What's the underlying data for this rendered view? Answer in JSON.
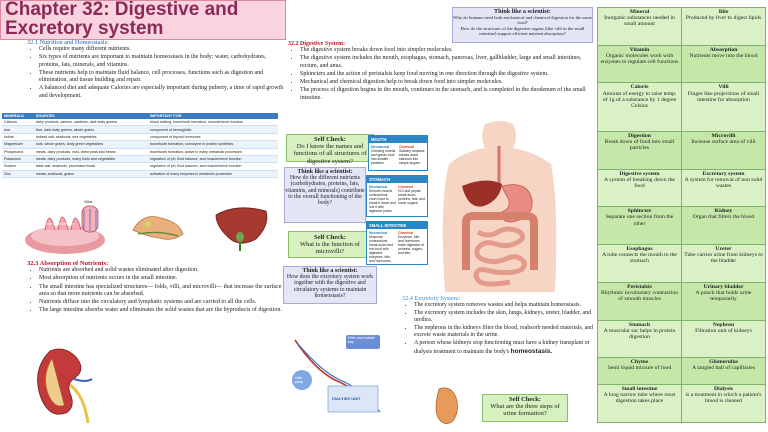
{
  "title": "Chapter 32: Digestive and Excretory system",
  "sec_32_1": {
    "heading": "32.1 Nutrition and Homeostasis:",
    "bullets": [
      "Cells require many different nutrients.",
      "Six types of nutrients are important to maintain homeostasis in the body: water, carbohydrates, proteins, fats, minerals, and vitamins.",
      "These nutrients help to maintain fluid balance, cell processes, functions such as digestion and elimination, and tissue building and repair.",
      "A balanced diet and adequate Calories are especially important during puberty, a time of rapid growth and development."
    ]
  },
  "minerals_table": {
    "headers": [
      "MINERALS",
      "SOURCES",
      "IMPORTANT FOR"
    ],
    "rows": [
      [
        "Calcium",
        "dairy products, salmon, sardines, dark leafy greens",
        "blood clotting, bone/tooth formation, muscle/nerve function"
      ],
      [
        "Iron",
        "liver, dark leafy greens, whole grains",
        "component of hemoglobin"
      ],
      [
        "Iodine",
        "iodized salt, seafoods, sea vegetables",
        "component of thyroid hormones"
      ],
      [
        "Magnesium",
        "nuts, whole grains, leafy green vegetables",
        "bone/tooth formation, coenzyme in protein synthesis"
      ],
      [
        "Phosphorus",
        "meats, dairy products, nuts, dried peas and beans",
        "bone/tooth formation, active in many metabolic processes"
      ],
      [
        "Potassium",
        "meats, dairy products, many fruits and vegetables",
        "regulation of pH, fluid balance, and muscle/nerve function"
      ],
      [
        "Sodium",
        "table salt, seafoods, processed foods",
        "regulation of pH, fluid balance, and muscle/nerve function"
      ],
      [
        "Zinc",
        "meats, seafoods, grains",
        "activation of many enzymes in metabolic processes"
      ]
    ]
  },
  "villi_labels": {
    "villus": "Villus",
    "lining": "Lining of the small intestine"
  },
  "sec_32_3": {
    "heading": "32.3 Absorption of Nutrients:",
    "bullets": [
      "Nutrients are absorbed and solid wastes eliminated after digestion.",
      "Most absorption of nutrients occurs in the small intestine.",
      "The small intestine has specialized structures— folds, villi, and microvilli— that increase the surface area so that more nutrients can be absorbed.",
      "Nutrients diffuse into the circulatory and lymphatic systems and are carried to all the cells.",
      "The large intestine absorbs water and eliminates the solid wastes that are the byproducts of digestion."
    ]
  },
  "think_top": {
    "title": "Think like a scientist:",
    "lines": [
      "Why do humans need both mechanical and chemical digestion for the same food?",
      "How do the structures of the digestive organs (like villi in the small intestine) support efficient nutrient absorption?"
    ]
  },
  "sec_32_2": {
    "heading": "32.2 Digestive System:",
    "bullets": [
      "The digestive system breaks down food into simpler molecules.",
      "The digestive system includes the mouth, esophagus, stomach, pancreas, liver, gallbladder, large and small intestines, rectum, and anus.",
      "Sphincters and the action of peristalsis keep food moving in one direction through the digestive system.",
      "Mechanical and chemical digestion help to break down food into simpler molecules.",
      "The process of digestion begins in the mouth, continues in the stomach, and is completed in the duodenum of the small intestine."
    ]
  },
  "self_check_1": {
    "title": "Self Check:",
    "text": "Do I know the names and functions of all structures of digestive system?"
  },
  "think_mid": {
    "title": "Think like a scientist:",
    "text": "How do the different nutrients (carbohydrates, proteins, fats, vitamins, and minerals) contribute to the overall functioning of the body?"
  },
  "self_check_2": {
    "title": "Self Check:",
    "text": "What is the function of microvilli?"
  },
  "think_low": {
    "title": "Think like a scientist:",
    "text": "How does the excretory system work together with the digestive and circulatory systems to maintain homeostasis?"
  },
  "info_mouth": {
    "head": "MOUTH",
    "mech_title": "Mechanical",
    "mech": "Chewing shreds and grinds food into smaller particles.",
    "chem_title": "Chemical",
    "chem": "Salivary amylase breaks down starches into simple sugars."
  },
  "info_stomach": {
    "head": "STOMACH",
    "mech_title": "Mechanical",
    "mech": "Smooth muscle contractions churn food to break it down and mix it with digestive juices.",
    "chem_title": "Chemical",
    "chem": "HCl and pepsin break down proteins, fats, and some sugars."
  },
  "info_small": {
    "head": "SMALL INTESTINE",
    "mech_title": "Mechanical",
    "mech": "Muscular contractions break down and mix food with digestive enzymes, bile, and hormones.",
    "chem_title": "Chemical",
    "chem": "Enzymes, bile, and hormones finish digestion of proteins, sugars, and fats."
  },
  "dialysis_labels": {
    "filter": "Filter and bubble trap",
    "pump": "roller pump",
    "unit": "DIALYSIS UNIT"
  },
  "sec_32_4": {
    "heading": "32.4 Excretory System:",
    "bullets": [
      "The excretory system removes wastes and helps maintain homeostasis.",
      "The excretory system includes the skin, lungs, kidneys, ureter, bladder, and urethra.",
      "The nephrons in the kidneys filter the blood, reabsorb needed materials, and excrete waste materials in the urine.",
      "A person whose kidneys stop functioning must have a kidney transplant or dialysis treatment to maintain the body's"
    ],
    "last_bold": "homeostasis."
  },
  "self_check_3": {
    "title": "Self Check:",
    "text": "What are the three steps of urine formation?"
  },
  "glossary": [
    [
      {
        "term": "Mineral",
        "def": "Inorganic substances needed in small amount"
      },
      {
        "term": "Bile",
        "def": "Produced by liver to digest lipids"
      }
    ],
    [
      {
        "term": "Vitamin",
        "def": "Organic molecules work with enzymes to regulate cell functions"
      },
      {
        "term": "Absorption",
        "def": "Nutrients move into the blood"
      }
    ],
    [
      {
        "term": "Calorie",
        "def": "Amount of energy to raise temp. of 1g of a substance by 1 degree Celsius"
      },
      {
        "term": "Villi",
        "def": "Finger like projections of small intestine for absorption"
      }
    ],
    [
      {
        "term": "Digestion",
        "def": "Break down of food into small particles"
      },
      {
        "term": "Microvilli",
        "def": "Increase surface area of villi"
      }
    ],
    [
      {
        "term": "Digestive system",
        "def": "A system of breaking down the food"
      },
      {
        "term": "Excretory system",
        "def": "A system for removal of non solid wastes"
      }
    ],
    [
      {
        "term": "Sphincter",
        "def": "Separate one section from the other"
      },
      {
        "term": "Kidney",
        "def": "Organ that filters the blood"
      }
    ],
    [
      {
        "term": "Esophagus",
        "def": "A tube connects the mouth to the stomach"
      },
      {
        "term": "Ureter",
        "def": "Tube carries urine from kidneys to the bladder"
      }
    ],
    [
      {
        "term": "Peristalsis",
        "def": "Rhythmic involuntary contraction of smooth muscles"
      },
      {
        "term": "Urinary bladder",
        "def": "A pouch that holds urine temporarily"
      }
    ],
    [
      {
        "term": "Stomach",
        "def": "A muscular sac helps in protein digestion"
      },
      {
        "term": "Nephron",
        "def": "Filtration unit of kidneys"
      }
    ],
    [
      {
        "term": "Chyme",
        "def": "Semi liquid mixture of food"
      },
      {
        "term": "Glomerulus",
        "def": "A tangled ball of capillaries"
      }
    ],
    [
      {
        "term": "Small intestine",
        "def": "A long narrow tube where most digestion takes place"
      },
      {
        "term": "Dialysis",
        "def": "is a treatment in which a patient's blood is cleaned"
      }
    ]
  ]
}
